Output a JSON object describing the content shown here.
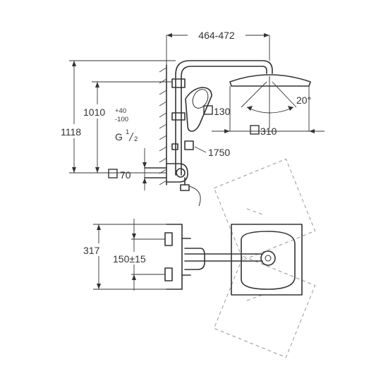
{
  "dimensions": {
    "arm_projection": "464-472",
    "height_center": "1010",
    "height_center_tol_plus": "+40",
    "height_center_tol_minus": "-100",
    "total_height": "1118",
    "thread": "G",
    "thread_num": "1",
    "thread_den": "2",
    "hand_shower_size": "130",
    "head_shower_size": "310",
    "swivel_angle": "20°",
    "hose_length": "1750",
    "wall_projection": "70",
    "plan_depth": "317",
    "inlet_spacing": "150±15"
  }
}
